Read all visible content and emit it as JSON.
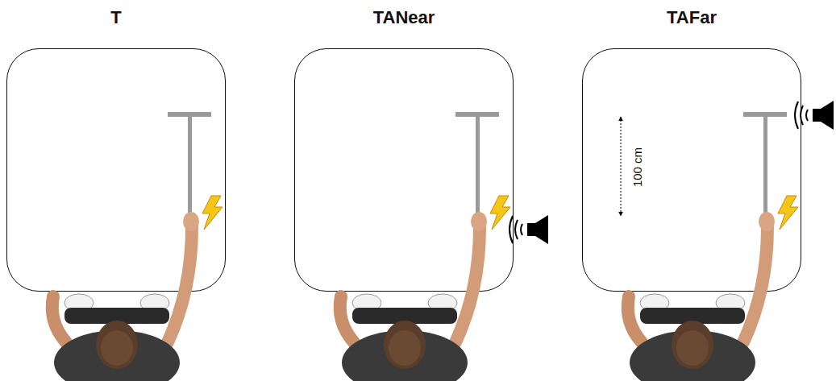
{
  "diagram": {
    "nodes": [
      {
        "text": [
          "T"
        ]
      },
      {
        "text": [
          "TANear"
        ]
      },
      {
        "text": [
          "TAFar"
        ]
      }
    ],
    "labels": [
      "100 cm"
    ]
  }
}
